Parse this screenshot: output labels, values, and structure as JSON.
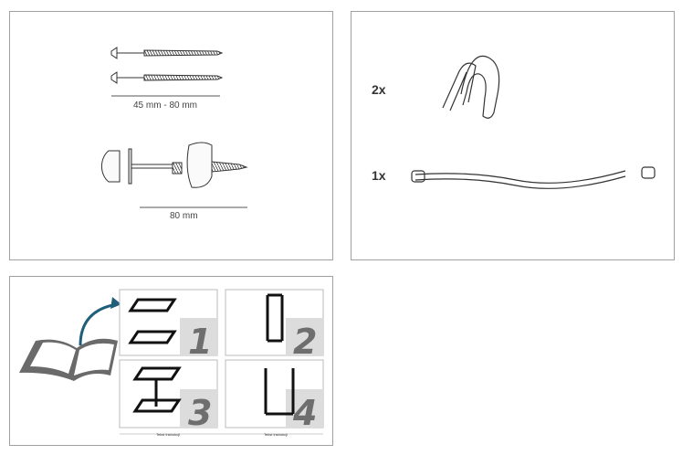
{
  "hardware_panel": {
    "screw_length_label": "45 mm - 80 mm",
    "bolt_length_label": "80 mm"
  },
  "accessories_panel": {
    "hook_quantity": "2x",
    "strap_quantity": "1x"
  },
  "instructions_panel": {
    "steps": [
      "1",
      "2",
      "3",
      "4"
    ],
    "footer_text": "Tekst instrukcji"
  },
  "colors": {
    "border": "#a0a0a0",
    "arrow": "#1f5f7a",
    "book": "#6a6a6a",
    "step_bg": "#dcdcdc"
  }
}
